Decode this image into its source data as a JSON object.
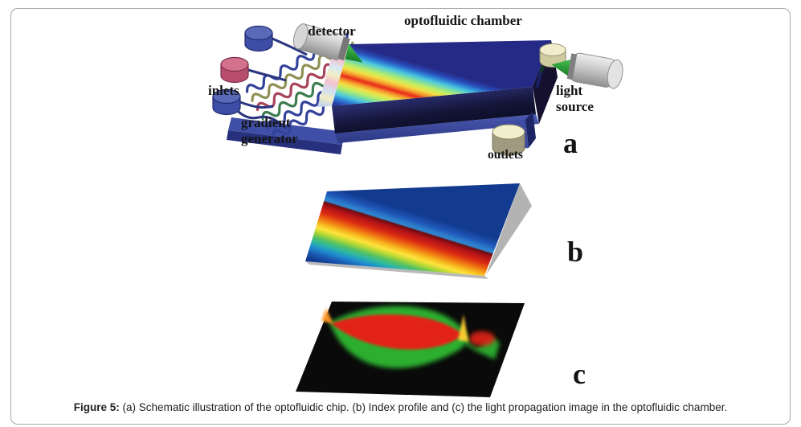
{
  "figure": {
    "caption_prefix": "Figure 5:",
    "caption_text": " (a) Schematic illustration of the optofluidic chip. (b) Index profile and (c) the light propagation image in the optofluidic chamber.",
    "panel_a": {
      "letter": "a",
      "label_detector": "detector",
      "label_chamber": "optofluidic chamber",
      "label_inlets": "inlets",
      "label_gradient_generator": "gradient\ngenerator",
      "label_light_source": "light\nsource",
      "label_outlets": "outlets"
    },
    "panel_b": {
      "letter": "b"
    },
    "panel_c": {
      "letter": "c"
    },
    "colors": {
      "frame_border": "#a8a8a8",
      "chip_blue": "#4a58b0",
      "chip_front_navy": "#141538",
      "beam_green": "#2fa83c",
      "inlet_blue": "#4d5cae",
      "inlet_pink": "#c95f7e",
      "outlet_cream": "#f0ecc6",
      "detector_gray": "#c3c3c3",
      "chamber_center_red": "#e8281a",
      "profile_ridge_red": "#d92a12",
      "propagation_red": "#e32412",
      "propagation_green": "#2fb832",
      "propagation_plane_black": "#0a0a0a"
    }
  }
}
